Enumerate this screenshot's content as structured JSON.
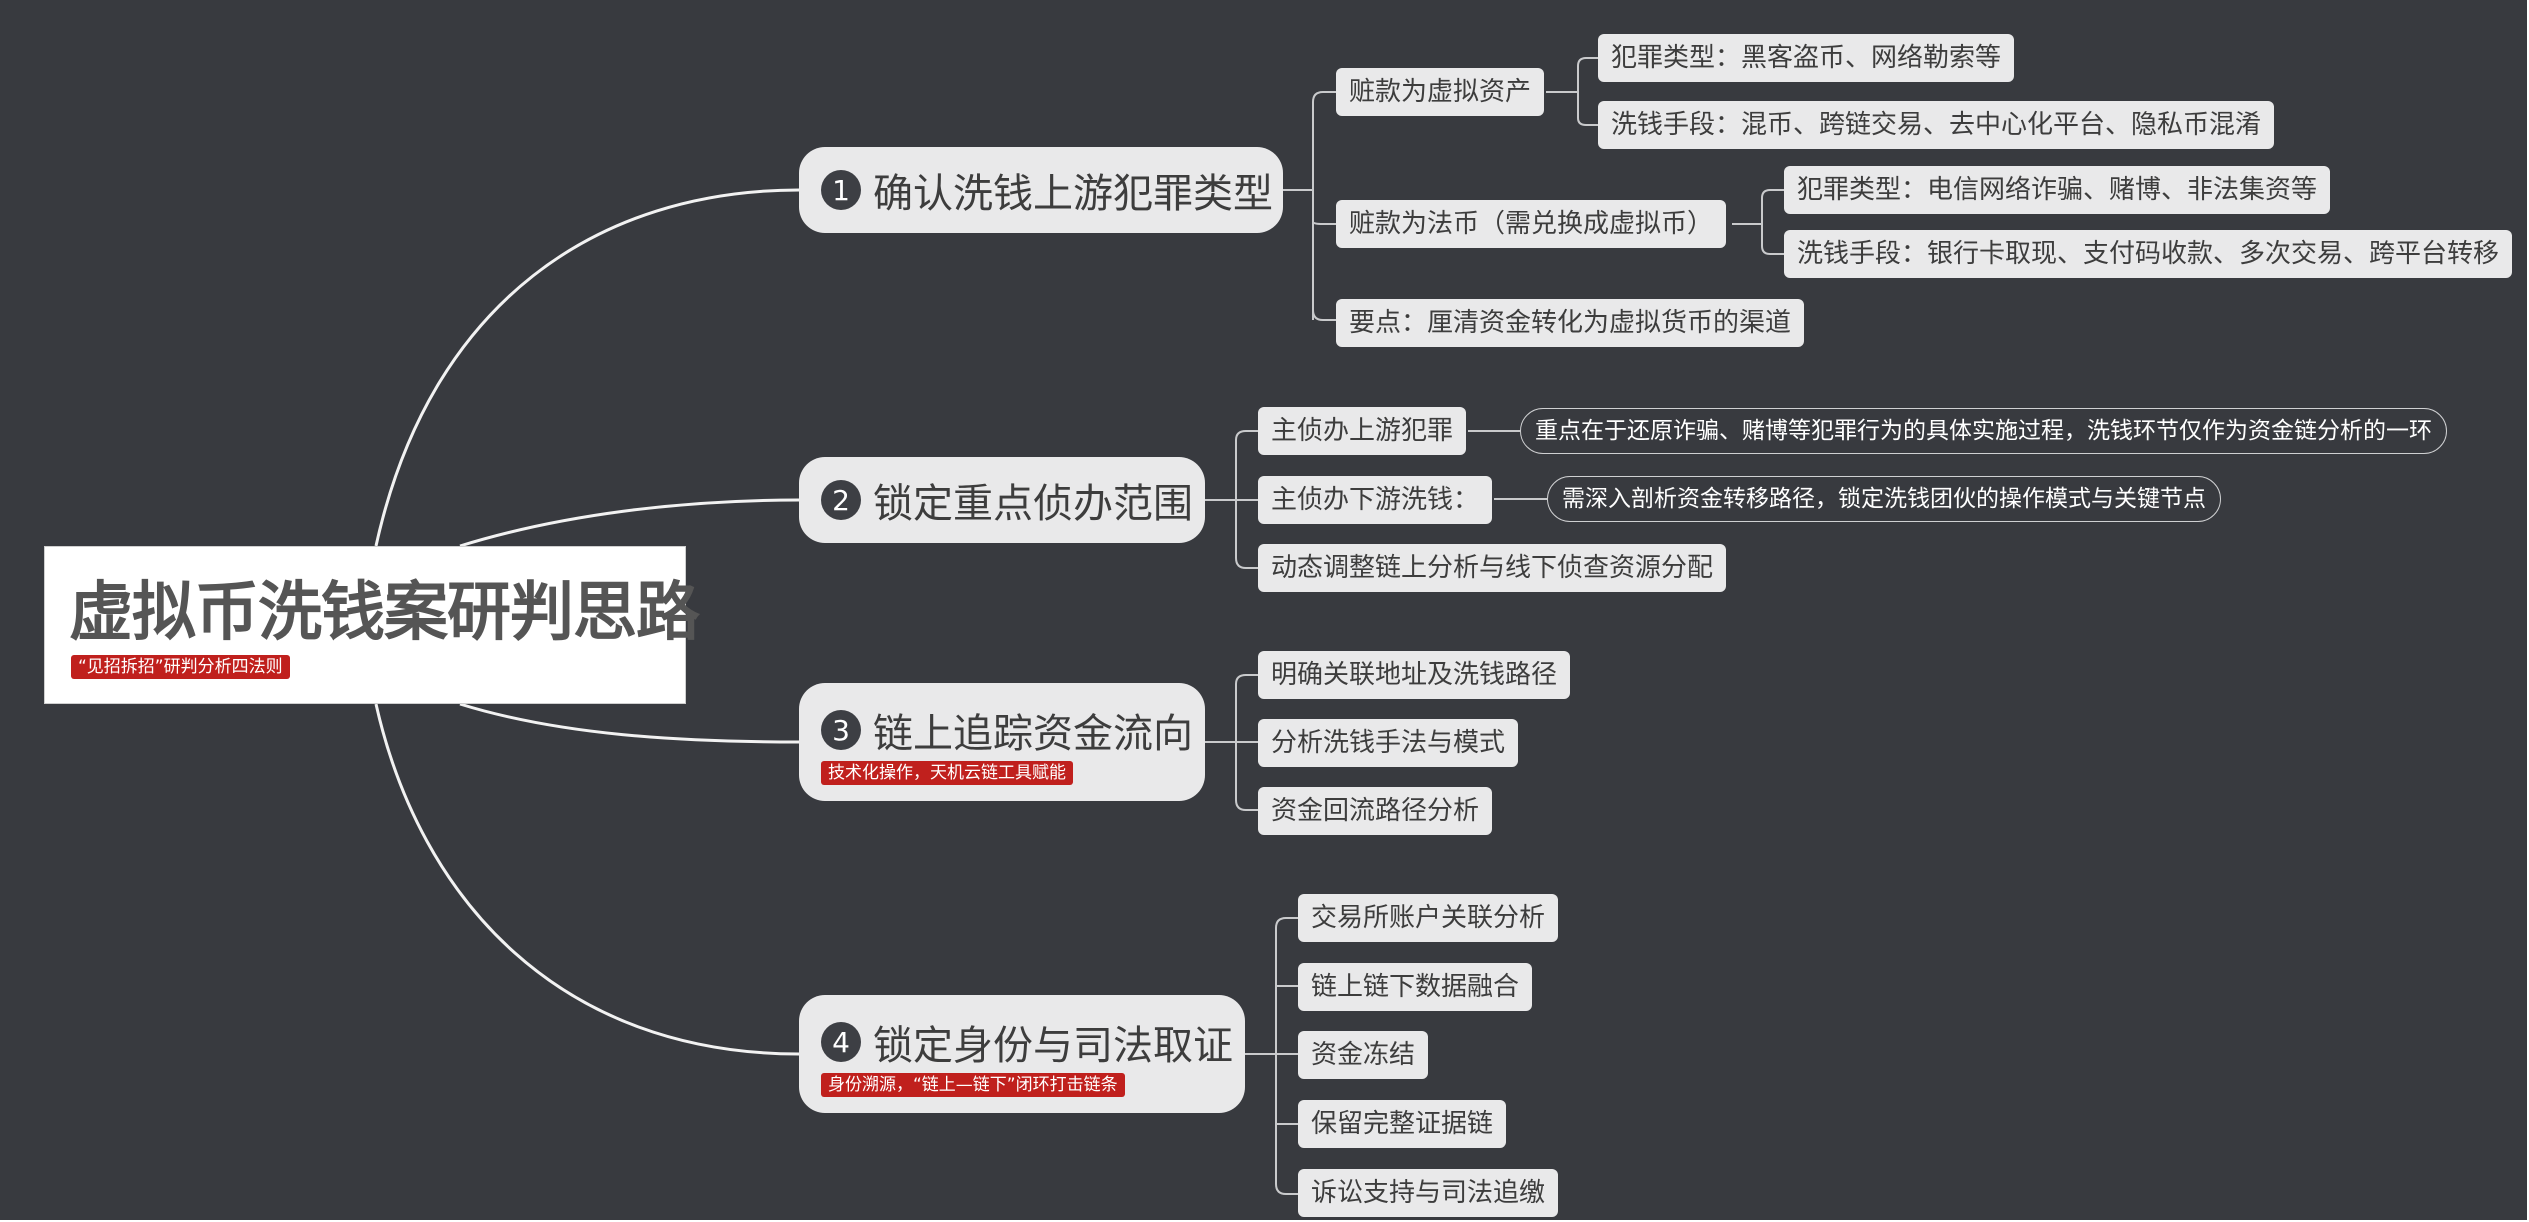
{
  "root": {
    "title": "虚拟币洗钱案研判思路",
    "tag": "“见招拆招”研判分析四法则"
  },
  "branches": [
    {
      "number": "1",
      "label": "确认洗钱上游犯罪类型",
      "children": [
        {
          "label": "赃款为虚拟资产",
          "children": [
            "犯罪类型：黑客盗币、网络勒索等",
            "洗钱手段：混币、跨链交易、去中心化平台、隐私币混淆"
          ]
        },
        {
          "label": "赃款为法币（需兑换成虚拟币）",
          "children": [
            "犯罪类型：电信网络诈骗、赌博、非法集资等",
            "洗钱手段：银行卡取现、支付码收款、多次交易、跨平台转移"
          ]
        },
        {
          "label": "要点：厘清资金转化为虚拟货币的渠道"
        }
      ]
    },
    {
      "number": "2",
      "label": "锁定重点侦办范围",
      "children": [
        {
          "label": "主侦办上游犯罪",
          "note": "重点在于还原诈骗、赌博等犯罪行为的具体实施过程，洗钱环节仅作为资金链分析的一环"
        },
        {
          "label": "主侦办下游洗钱：",
          "note": "需深入剖析资金转移路径，锁定洗钱团伙的操作模式与关键节点"
        },
        {
          "label": "动态调整链上分析与线下侦查资源分配"
        }
      ]
    },
    {
      "number": "3",
      "label": "链上追踪资金流向",
      "tag": "技术化操作，天机云链工具赋能",
      "children": [
        "明确关联地址及洗钱路径",
        "分析洗钱手法与模式",
        "资金回流路径分析"
      ]
    },
    {
      "number": "4",
      "label": "锁定身份与司法取证",
      "tag": "身份溯源，“链上—链下”闭环打击链条",
      "children": [
        "交易所账户关联分析",
        "链上链下数据融合",
        "资金冻结",
        "保留完整证据链",
        "诉讼支持与司法追缴"
      ]
    }
  ],
  "colors": {
    "background": "#383a3f",
    "node": "#e9e9ea",
    "accent": "#c0201d",
    "line": "#ffffff"
  }
}
